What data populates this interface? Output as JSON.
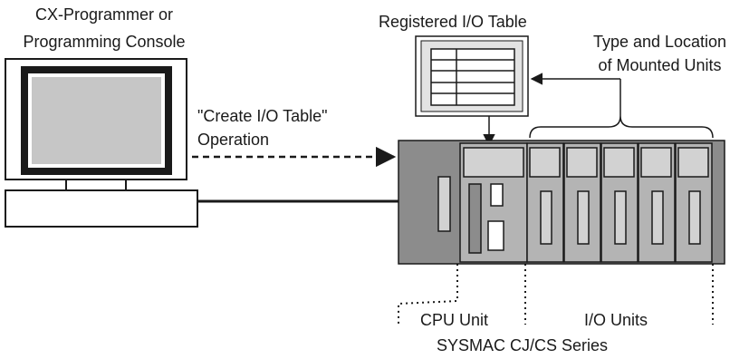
{
  "labels": {
    "host_line1": "CX-Programmer or",
    "host_line2": "Programming Console",
    "registered_table": "Registered I/O Table",
    "mounted_line1": "Type and Location",
    "mounted_line2": "of Mounted Units",
    "operation_line1": "\"Create I/O Table\"",
    "operation_line2": "Operation",
    "cpu_unit": "CPU Unit",
    "io_units": "I/O Units",
    "series": "SYSMAC CJ/CS Series"
  },
  "colors": {
    "line": "#1a1a1a",
    "plc_body": "#8c8c8c",
    "plc_panel": "#b4b4b4",
    "unit_window": "#d2d2d2",
    "screen": "#c6c6c6",
    "table_fill": "#e3e3e3"
  },
  "io_unit_count": 5
}
